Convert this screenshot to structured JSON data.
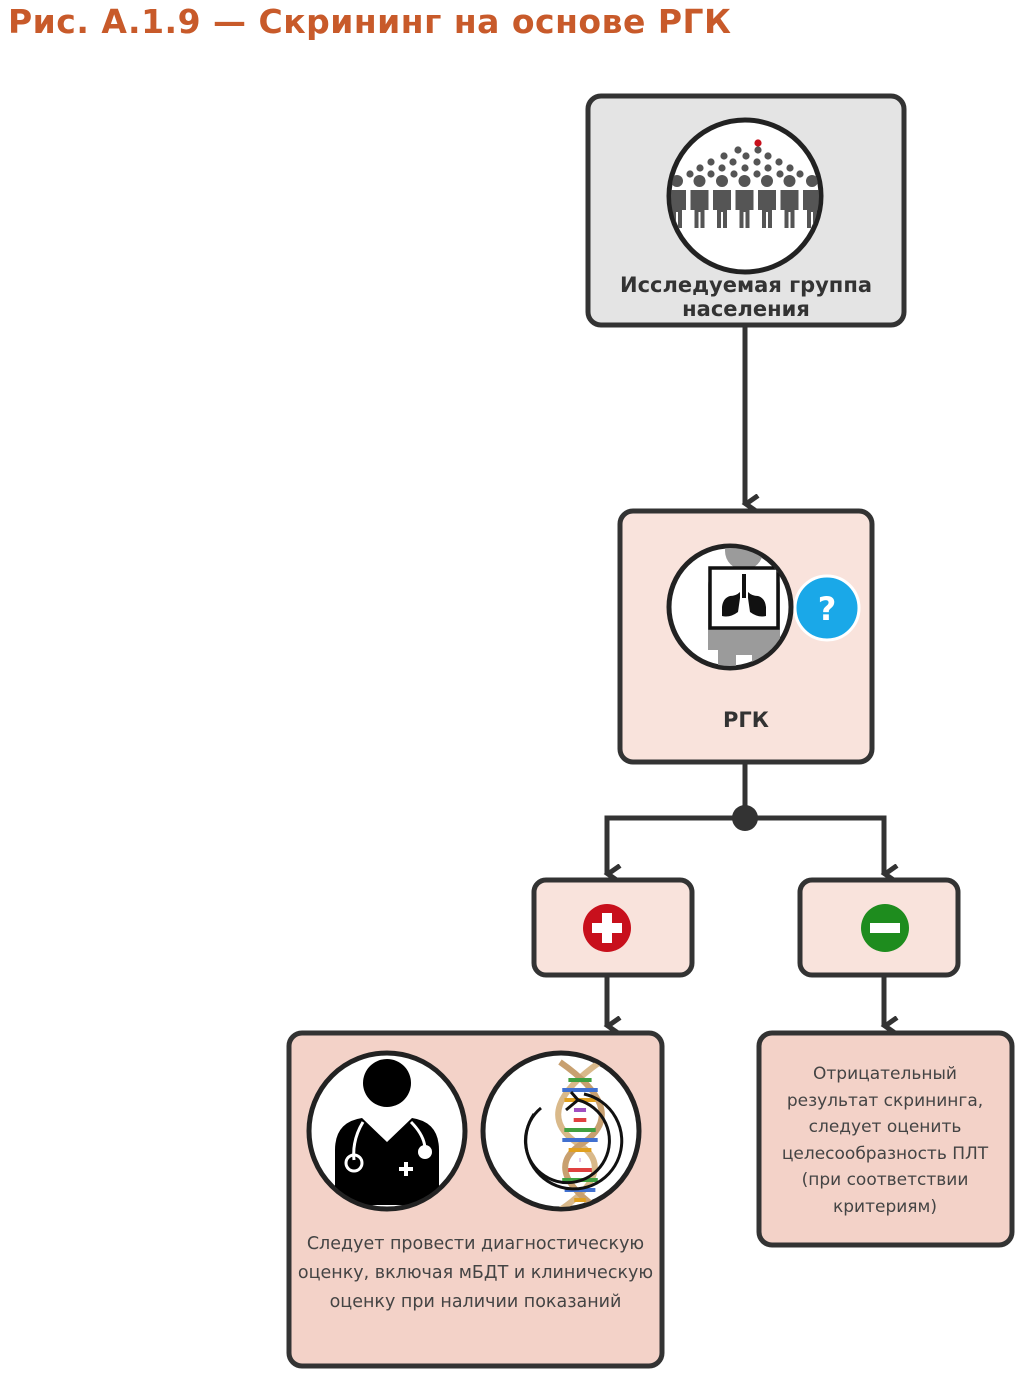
{
  "figure": {
    "title": "Рис. A.1.9 — Скрининг на основе РГК"
  },
  "nodes": {
    "population": {
      "label": "Исследуемая группа населения"
    },
    "cxr": {
      "label": "РГК"
    },
    "positive": {
      "symbol": "+"
    },
    "negative": {
      "symbol": "−"
    },
    "positive_outcome": {
      "text": "Следует провести диагностическую оценку, включая мБДТ и клиническую оценку при наличии показаний"
    },
    "negative_outcome": {
      "text": "Отрицательный результат скрининга, следует оценить целесообразность ПЛТ (при соответствии критериям)"
    }
  },
  "icons": {
    "population": "crowd-icon",
    "cxr": "chest-xray-icon",
    "question": "question-badge-icon",
    "doctor": "doctor-icon",
    "dna": "dna-timer-icon"
  },
  "colors": {
    "title": "#c85a2a",
    "population_box": "#e4e4e4",
    "cxr_box": "#f9e3dc",
    "outcome_box": "#f3d2c8",
    "positive": "#c8101c",
    "negative": "#1e8c1e",
    "question": "#1aa8e8",
    "line": "#333333"
  }
}
